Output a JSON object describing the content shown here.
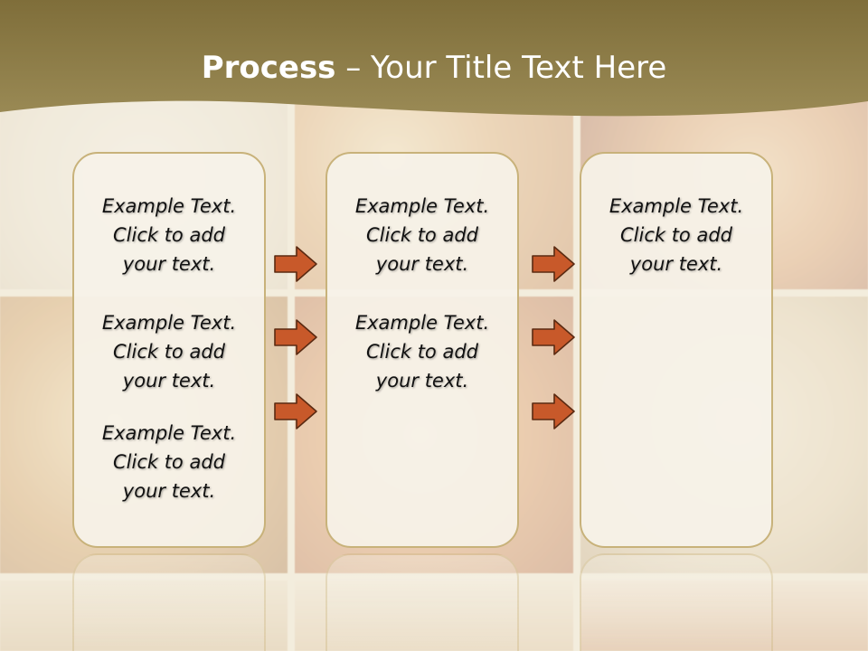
{
  "title": {
    "strong": "Process",
    "rest": " – Your Title Text Here"
  },
  "colors": {
    "banner": "#8c7a43",
    "card_border": "#c8b27a",
    "arrow_fill": "#c8592a",
    "arrow_stroke": "#5a2a12"
  },
  "columns": [
    {
      "blocks": [
        {
          "line1": "Example Text.",
          "line2": "Click  to add",
          "line3": "your text."
        },
        {
          "line1": "Example Text.",
          "line2": "Click  to add",
          "line3": "your text."
        },
        {
          "line1": "Example Text.",
          "line2": "Click  to add",
          "line3": "your text."
        }
      ]
    },
    {
      "blocks": [
        {
          "line1": "Example Text.",
          "line2": "Click  to add",
          "line3": "your text."
        },
        {
          "line1": "Example Text.",
          "line2": "Click  to add",
          "line3": "your text."
        }
      ]
    },
    {
      "blocks": [
        {
          "line1": "Example Text.",
          "line2": "Click  to add",
          "line3": "your text."
        }
      ]
    }
  ],
  "arrows": {
    "between_1_2": 3,
    "between_2_3": 3,
    "icon": "right-arrow-icon"
  }
}
